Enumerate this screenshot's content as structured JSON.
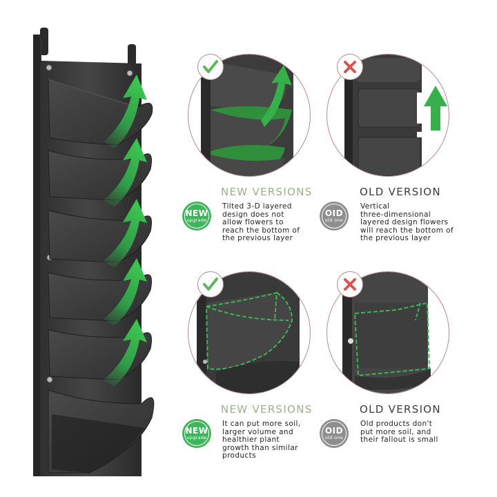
{
  "colors": {
    "accent_green": "#3fb45a",
    "heading_new": "#9bb08a",
    "heading_old": "#3b3b3b",
    "badge_old": "#8e8e8e",
    "felt": "#3a3a3a",
    "check": "#5cb85c",
    "cross": "#d9534f"
  },
  "product": {
    "name": "vertical-wall-planter",
    "pocket_count": 6,
    "arrow_icon": "green-curved-up-arrow"
  },
  "comparisons": [
    {
      "row": 1,
      "new": {
        "heading": "NEW VERSIONS",
        "badge_top": "NEW",
        "badge_bottom": "upgrade",
        "status_icon": "check-icon",
        "description": "Tilted 3-D layered\ndesign does not\nallow flowers to\nreach the bottom of\nthe previous layer"
      },
      "old": {
        "heading": "OLD VERSION",
        "badge_top": "OID",
        "badge_bottom": "old one",
        "status_icon": "cross-icon",
        "description": "Vertical\nthree-dimensional\nlayered design flowers\nwill reach the bottom of\nthe previous layer"
      }
    },
    {
      "row": 2,
      "new": {
        "heading": "NEW VERSIONS",
        "badge_top": "NEW",
        "badge_bottom": "upgrade",
        "status_icon": "check-icon",
        "description": "It can put more soil,\nlarger volume and\nhealthier plant\ngrowth than similar\nproducts"
      },
      "old": {
        "heading": "OLD VERSION",
        "badge_top": "OID",
        "badge_bottom": "old one",
        "status_icon": "cross-icon",
        "description": "Old products don't\nput more soil, and\ntheir fallout is small"
      }
    }
  ]
}
